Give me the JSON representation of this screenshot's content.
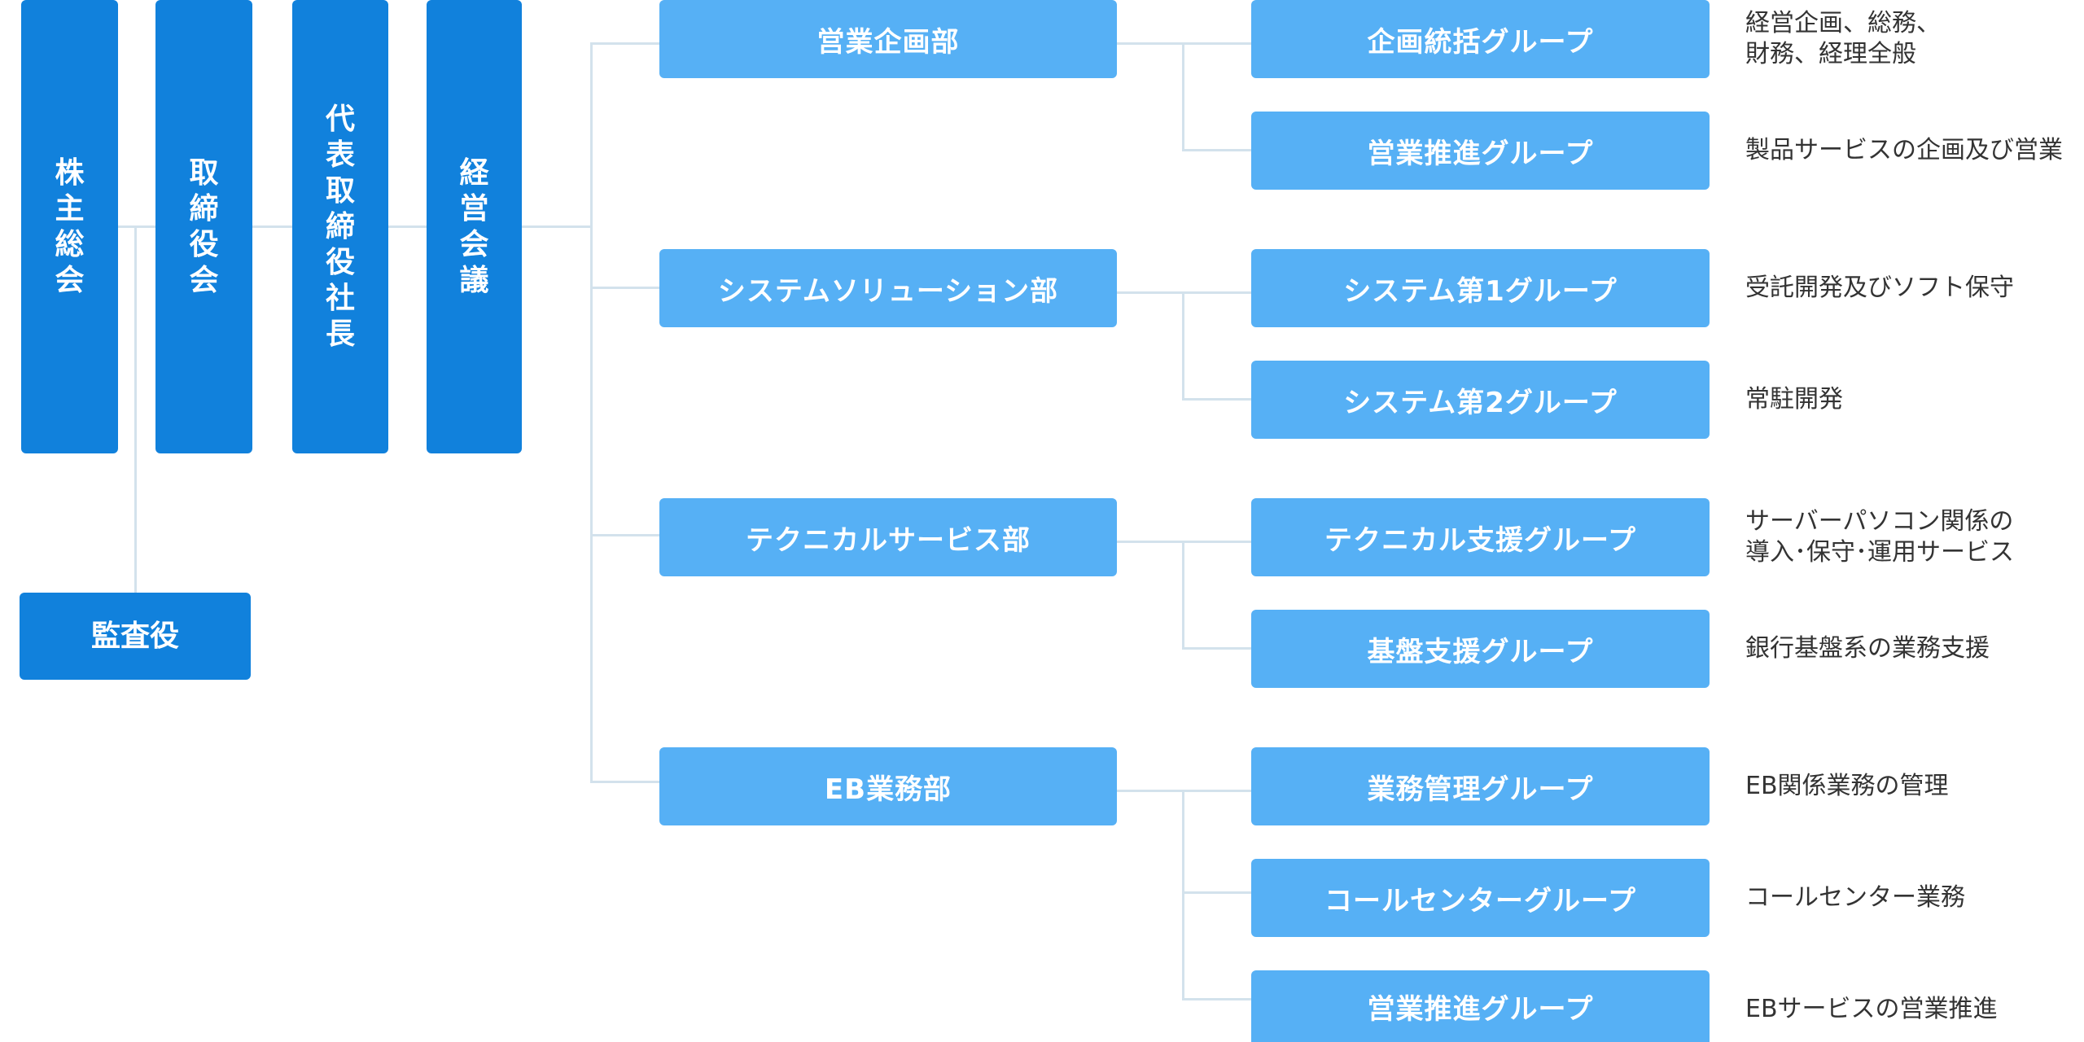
{
  "executives": {
    "shareholders": "株\n主\n総\n会",
    "board": "取\n締\n役\n会",
    "president": "代\n表\n取\n締\n役\n社\n長",
    "management": "経\n営\n会\n議",
    "auditor": "監査役"
  },
  "departments": [
    {
      "name": "営業企画部"
    },
    {
      "name": "システムソリューション部"
    },
    {
      "name": "テクニカルサービス部"
    },
    {
      "name": "EB業務部"
    }
  ],
  "groups": [
    {
      "name": "企画統括グループ",
      "desc": "経営企画、総務、\n財務、経理全般"
    },
    {
      "name": "営業推進グループ",
      "desc": "製品サービスの企画及び営業"
    },
    {
      "name": "システム第1グループ",
      "desc": "受託開発及びソフト保守"
    },
    {
      "name": "システム第2グループ",
      "desc": "常駐開発"
    },
    {
      "name": "テクニカル支援グループ",
      "desc": "サーバーパソコン関係の\n導入･保守･運用サービス"
    },
    {
      "name": "基盤支援グループ",
      "desc": "銀行基盤系の業務支援"
    },
    {
      "name": "業務管理グループ",
      "desc": "EB関係業務の管理"
    },
    {
      "name": "コールセンターグループ",
      "desc": "コールセンター業務"
    },
    {
      "name": "営業推進グループ",
      "desc": "EBサービスの営業推進"
    }
  ],
  "colors": {
    "executive_box": "#1181dc",
    "department_box": "#56b0f5",
    "connector": "#d3e2ec",
    "description_text": "#333333"
  }
}
